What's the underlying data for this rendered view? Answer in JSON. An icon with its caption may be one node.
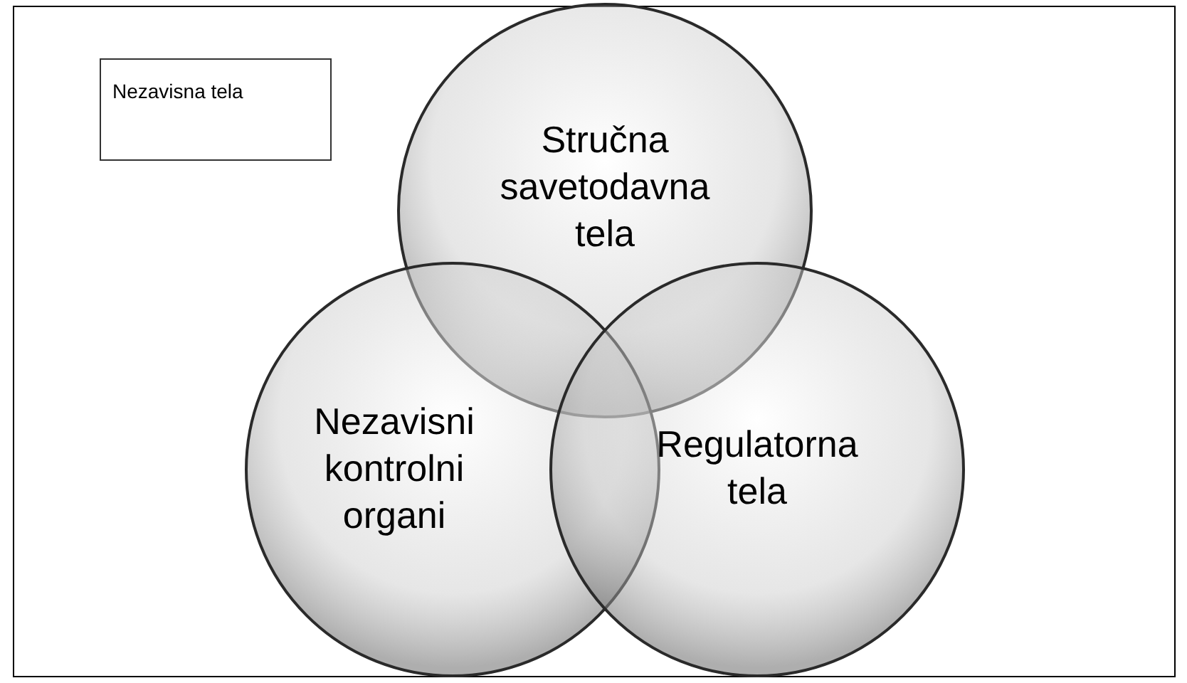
{
  "diagram": {
    "nodes": [
      {
        "text": [
          "Nezavisna tela"
        ]
      },
      {
        "text": [
          "Stručna savetodavna tela"
        ]
      },
      {
        "text": [
          "Nezavisni kontrolni organi"
        ]
      },
      {
        "text": [
          "Regulatorna tela"
        ]
      }
    ]
  }
}
